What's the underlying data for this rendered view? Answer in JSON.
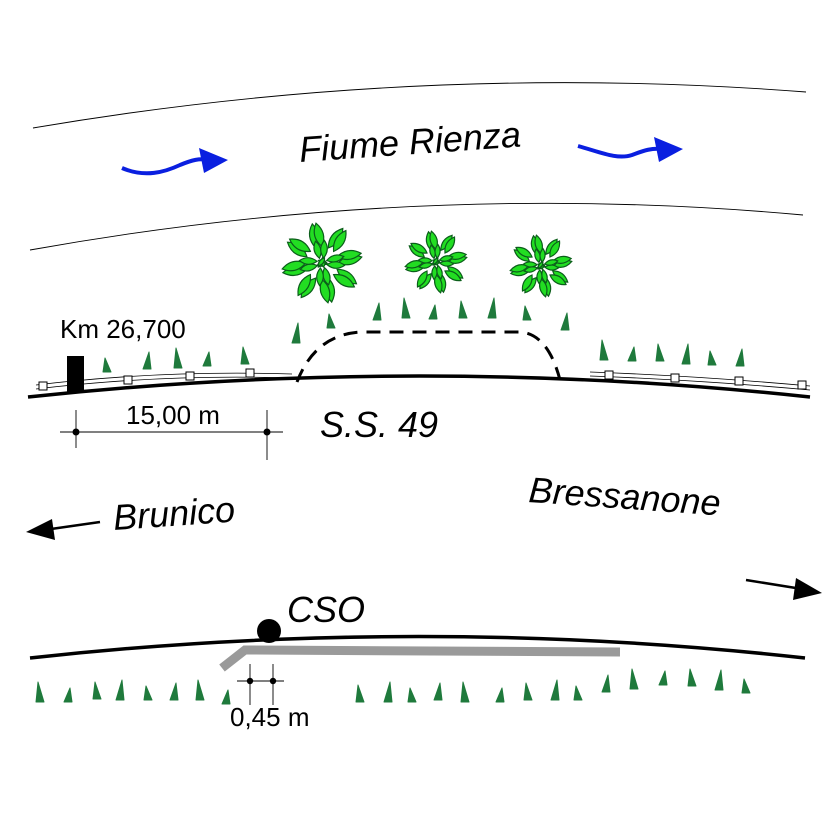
{
  "river": {
    "name": "Fiume Rienza",
    "flow_arrow_color": "#0a1fe0"
  },
  "road": {
    "name": "S.S. 49"
  },
  "kilometer_marker": {
    "label": "Km 26,700"
  },
  "dimension_distance": {
    "label": "15,00 m"
  },
  "direction_left": {
    "label": "Brunico"
  },
  "direction_right": {
    "label": "Bressanone"
  },
  "cso": {
    "label": "CSO"
  },
  "dimension_width": {
    "label": "0,45 m"
  },
  "colors": {
    "vegetation": "#1f7a3c",
    "tree_fill": "#22dd22",
    "tree_stroke": "#0b5e1a",
    "pipe": "#9a9a9a",
    "line": "#000000"
  }
}
